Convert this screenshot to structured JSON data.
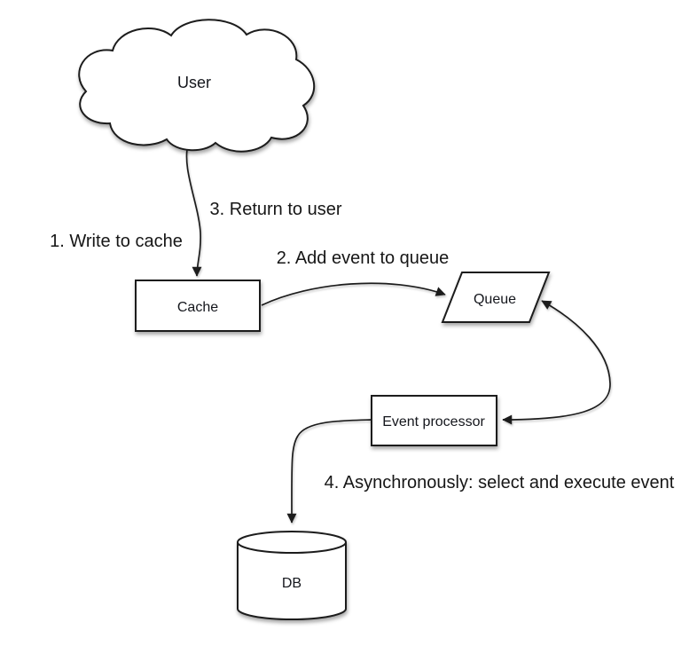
{
  "diagram": {
    "background": "#ffffff",
    "stroke_color": "#1c1c1c",
    "node_fill": "#ffffff",
    "nodes": {
      "user": {
        "label": "User",
        "shape": "cloud"
      },
      "cache": {
        "label": "Cache",
        "shape": "rectangle"
      },
      "queue": {
        "label": "Queue",
        "shape": "parallelogram"
      },
      "event_processor": {
        "label": "Event processor",
        "shape": "rectangle"
      },
      "db": {
        "label": "DB",
        "shape": "cylinder"
      }
    },
    "edges": {
      "user_to_cache": {
        "from": "user",
        "to": "cache",
        "arrow": "end"
      },
      "cache_to_queue": {
        "from": "cache",
        "to": "queue",
        "arrow": "end"
      },
      "queue_event_processor": {
        "from": "queue",
        "to": "event_processor",
        "arrow": "both"
      },
      "event_processor_to_db": {
        "from": "event_processor",
        "to": "db",
        "arrow": "end"
      }
    },
    "labels": {
      "step1": "1. Write to cache",
      "step2": "2. Add event to queue",
      "step3": "3. Return to user",
      "step4": "4. Asynchronously: select and execute event"
    }
  }
}
